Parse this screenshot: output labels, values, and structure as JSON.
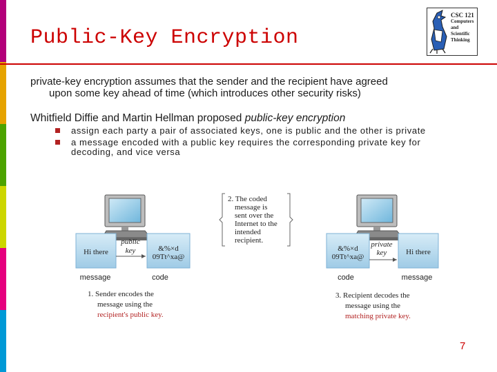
{
  "slide": {
    "title": "Public-Key Encryption",
    "page_number": "7",
    "accent_color": "#cc0000",
    "sidebar_colors": [
      "#b3007a",
      "#e6a300",
      "#4ca300",
      "#ccd600",
      "#e6007e",
      "#0099d6"
    ]
  },
  "logo": {
    "line1": "CSC 121",
    "line2": "Computers",
    "line3": "and",
    "line4": "Scientific",
    "line5": "Thinking",
    "icon": "bluejay-mascot-icon"
  },
  "body": {
    "p1_line1": "private-key encryption assumes that the sender and the recipient have agreed",
    "p1_line2": "upon some key ahead of time (which introduces other security risks)",
    "p2_prefix": "Whitfield Diffie and Martin Hellman proposed ",
    "p2_emph": "public-key encryption",
    "bullet1": "assign each party a pair of associated keys, one is public and the other is private",
    "bullet2_line1": "a message encoded with a public key requires the corresponding private key for",
    "bullet2_line2": "decoding, and vice versa"
  },
  "diagram": {
    "sender_plain": "Hi there",
    "sender_key_line1": "public",
    "sender_key_line2": "key",
    "sender_cipher_line1": "&%×d",
    "sender_cipher_line2": "09Tt^xa@",
    "label_message_left": "message",
    "label_code_left": "code",
    "internet_line1": "2. The coded",
    "internet_line2": "message is",
    "internet_line3": "sent over the",
    "internet_line4": "Internet to the",
    "internet_line5": "intended",
    "internet_line6": "recipient.",
    "recv_cipher_line1": "&%×d",
    "recv_cipher_line2": "09Tt^xa@",
    "recv_key_line1": "private",
    "recv_key_line2": "key",
    "recv_plain": "Hi there",
    "label_code_right": "code",
    "label_message_right": "message",
    "step1_line1": "1. Sender encodes the",
    "step1_line2": "message using the",
    "step1_line3": "recipient's public key.",
    "step3_line1": "3. Recipient decodes the",
    "step3_line2": "message using the",
    "step3_line3": "matching private key."
  }
}
